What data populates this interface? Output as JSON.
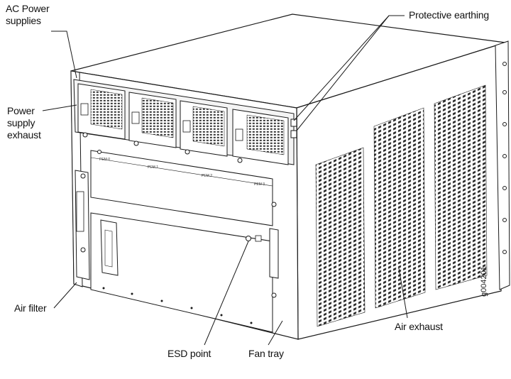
{
  "callouts": {
    "ac_power_supplies": "AC Power\nsupplies",
    "power_supply_exhaust": "Power\nsupply\nexhaust",
    "air_filter": "Air filter",
    "protective_earthing": "Protective earthing",
    "air_exhaust": "Air exhaust",
    "esd_point": "ESD point",
    "fan_tray": "Fan tray"
  },
  "figure_id": "g004201",
  "psu_labels": [
    "PEM 0",
    "PEM 1",
    "PEM 2",
    "PEM 3"
  ],
  "colors": {
    "line": "#1a1a1a",
    "grill": "#2b2b2b",
    "background": "#ffffff"
  }
}
